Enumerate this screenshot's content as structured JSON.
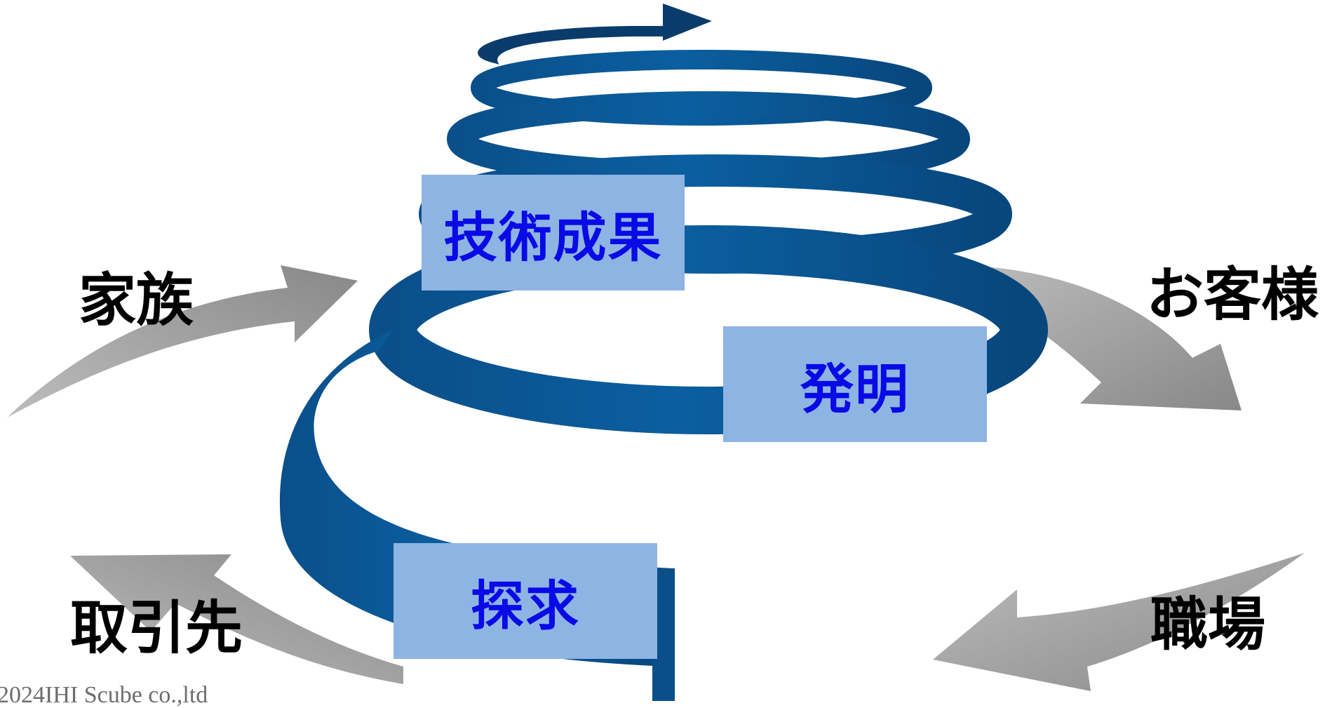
{
  "diagram": {
    "center_labels": {
      "tech_results": "技術成果",
      "invention": "発明",
      "inquiry": "探求"
    },
    "side_labels": {
      "family": "家族",
      "customers": "お客様",
      "business_partners": "取引先",
      "workplace": "職場"
    },
    "footer": {
      "copyright": "2024IHI Scube co.,ltd"
    },
    "colors": {
      "spiral_band": "#0b5a98",
      "spiral_dark": "#0a3c6b",
      "label_box": "#8eb4e3",
      "label_text": "#0a0ae6",
      "arrow_gray": "#8c8c8c"
    }
  }
}
